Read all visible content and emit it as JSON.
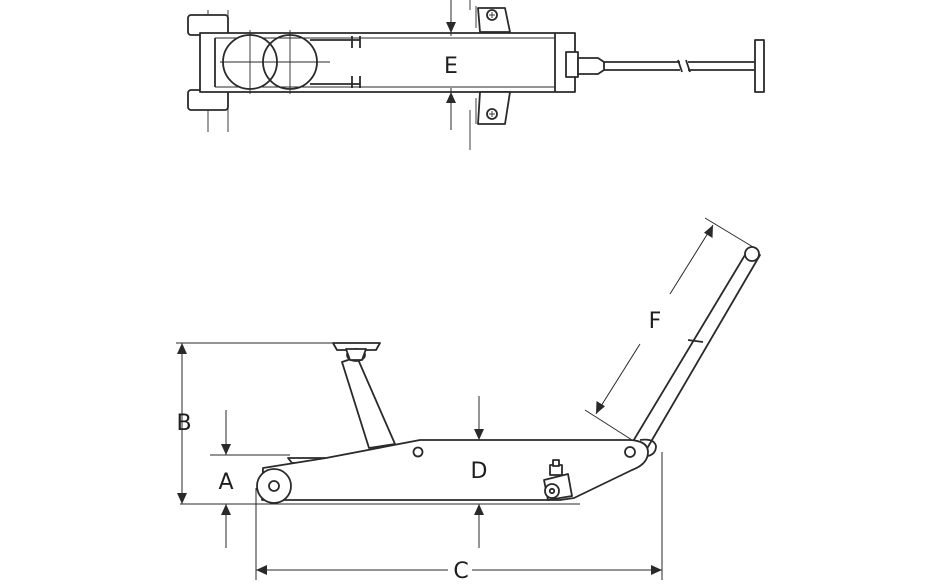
{
  "labels": {
    "A": "A",
    "B": "B",
    "C": "C",
    "D": "D",
    "E": "E",
    "F": "F"
  },
  "colors": {
    "line": "#2a2a2a",
    "background": "#ffffff"
  }
}
